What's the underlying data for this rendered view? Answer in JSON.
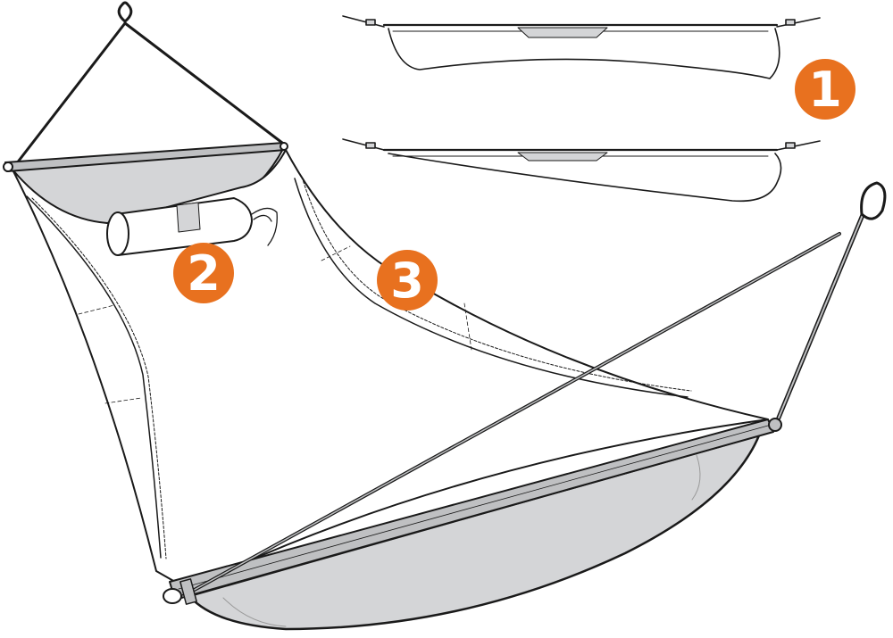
{
  "colors": {
    "accent": "#e8711f",
    "fabric_shade": "#d4d5d7",
    "outline": "#1a1a1a",
    "spreader_bar": "#bfc0c2",
    "background": "#ffffff"
  },
  "callouts": [
    {
      "id": "callout-1",
      "number": "1"
    },
    {
      "id": "callout-2",
      "number": "2"
    },
    {
      "id": "callout-3",
      "number": "3"
    }
  ]
}
